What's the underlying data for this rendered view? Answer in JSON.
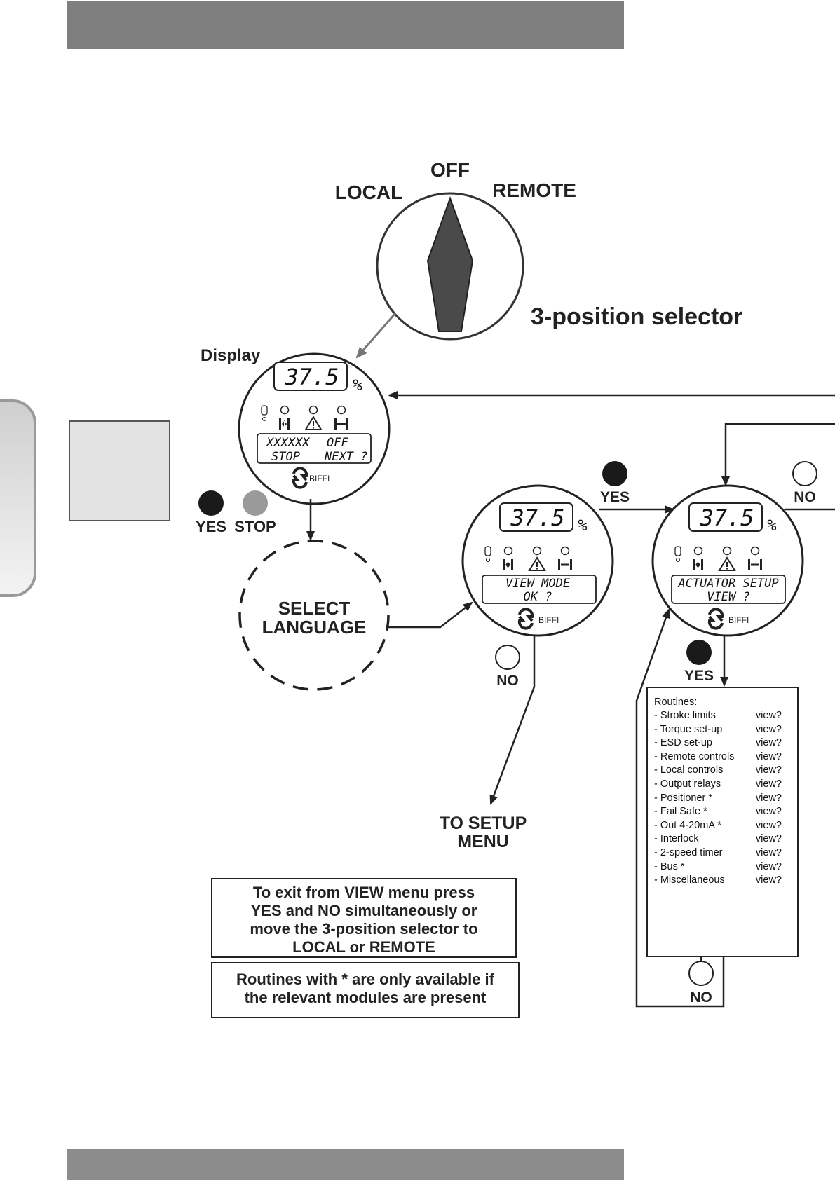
{
  "selector": {
    "off": "OFF",
    "local": "LOCAL",
    "remote": "REMOTE",
    "caption": "3-position selector"
  },
  "display_label": "Display",
  "display_main": {
    "value": "37.5",
    "unit": "%",
    "line1_left": "XXXXXX",
    "line1_right": "OFF",
    "line2_left": "STOP",
    "line2_right": "NEXT ?",
    "brand": "BIFFI"
  },
  "display_view": {
    "value": "37.5",
    "unit": "%",
    "line1": "VIEW MODE",
    "line2": "OK ?",
    "brand": "BIFFI"
  },
  "display_actuator": {
    "value": "37.5",
    "unit": "%",
    "line1": "ACTUATOR SETUP",
    "line2": "VIEW ?",
    "brand": "BIFFI"
  },
  "buttons": {
    "yes": "YES",
    "stop": "STOP",
    "no": "NO"
  },
  "select_language": {
    "line1": "SELECT",
    "line2": "LANGUAGE"
  },
  "to_setup": {
    "line1": "TO SETUP",
    "line2": "MENU"
  },
  "notes": {
    "exit": [
      "To exit from VIEW menu press",
      "YES and NO simultaneously or",
      "move the 3-position selector to",
      "LOCAL or REMOTE"
    ],
    "modules": [
      "Routines with * are only available if",
      "the relevant modules are present"
    ]
  },
  "routines": {
    "title": "Routines:",
    "items": [
      {
        "name": "- Stroke limits",
        "action": "view?"
      },
      {
        "name": "- Torque set-up",
        "action": "view?"
      },
      {
        "name": "- ESD set-up",
        "action": "view?"
      },
      {
        "name": "- Remote controls",
        "action": "view?"
      },
      {
        "name": "- Local controls",
        "action": "view?"
      },
      {
        "name": "- Output relays",
        "action": "view?"
      },
      {
        "name": "- Positioner *",
        "action": "view?"
      },
      {
        "name": "- Fail Safe *",
        "action": "view?"
      },
      {
        "name": "- Out 4-20mA *",
        "action": "view?"
      },
      {
        "name": "- Interlock",
        "action": "view?"
      },
      {
        "name": "- 2-speed timer",
        "action": "view?"
      },
      {
        "name": "- Bus *",
        "action": "view?"
      },
      {
        "name": "- Miscellaneous",
        "action": "view?"
      }
    ]
  },
  "colors": {
    "header_bar": "#7f7f7f",
    "yes_button": "#1a1a1a",
    "stop_button": "#9a9a9a",
    "knob": "#4a4a4a"
  }
}
